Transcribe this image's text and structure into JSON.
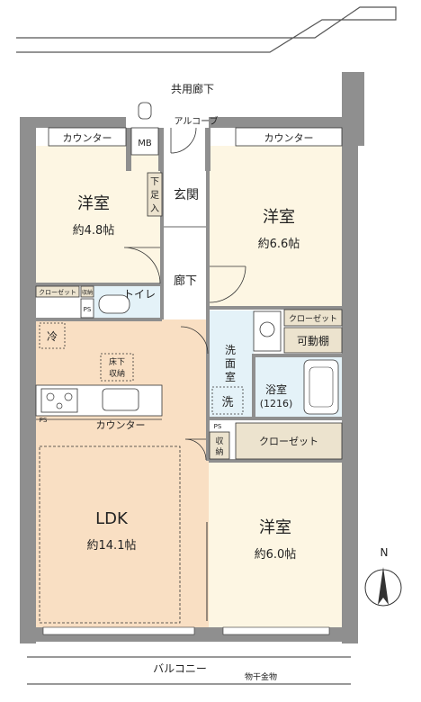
{
  "plan": {
    "corridor": "共用廊下",
    "alcove": "アルコーブ",
    "counter_top_left": "カウンター",
    "counter_top_right": "カウンター",
    "mb": "MB",
    "shoe_storage": [
      "下",
      "足",
      "入"
    ],
    "entrance": "玄関",
    "room_nw": {
      "name": "洋室",
      "size": "約4.8帖"
    },
    "room_ne": {
      "name": "洋室",
      "size": "約6.6帖"
    },
    "room_se": {
      "name": "洋室",
      "size": "約6.0帖"
    },
    "hallway": "廊下",
    "closet_small_left": "クローゼット",
    "storage_small": "収納",
    "ps": "PS",
    "toilet": "トイレ",
    "closet_mid_right": "クローゼット",
    "movable_shelf": "可動棚",
    "fridge": "冷",
    "underfloor_storage": [
      "床下",
      "収納"
    ],
    "washroom": [
      "洗",
      "面",
      "室"
    ],
    "washer": "洗",
    "bathroom": {
      "name": "浴室",
      "size": "(1216)"
    },
    "kitchen_counter": "カウンター",
    "ps_small_1": "PS",
    "ps_small_2": "PS",
    "storage_mid": [
      "収",
      "納"
    ],
    "closet_large": "クローゼット",
    "ldk": {
      "name": "LDK",
      "size": "約14.1帖"
    },
    "north": "N",
    "balcony": "バルコニー",
    "laundry_pole": "物干金物"
  },
  "colors": {
    "wall": "#8f8f8f",
    "wall_dark": "#6d6d6d",
    "room_floor": "#fdf6e3",
    "ldk_floor": "#f9dfc3",
    "wet_floor": "#e4f2f8",
    "storage_fill": "#ece3ce",
    "line": "#333333"
  }
}
